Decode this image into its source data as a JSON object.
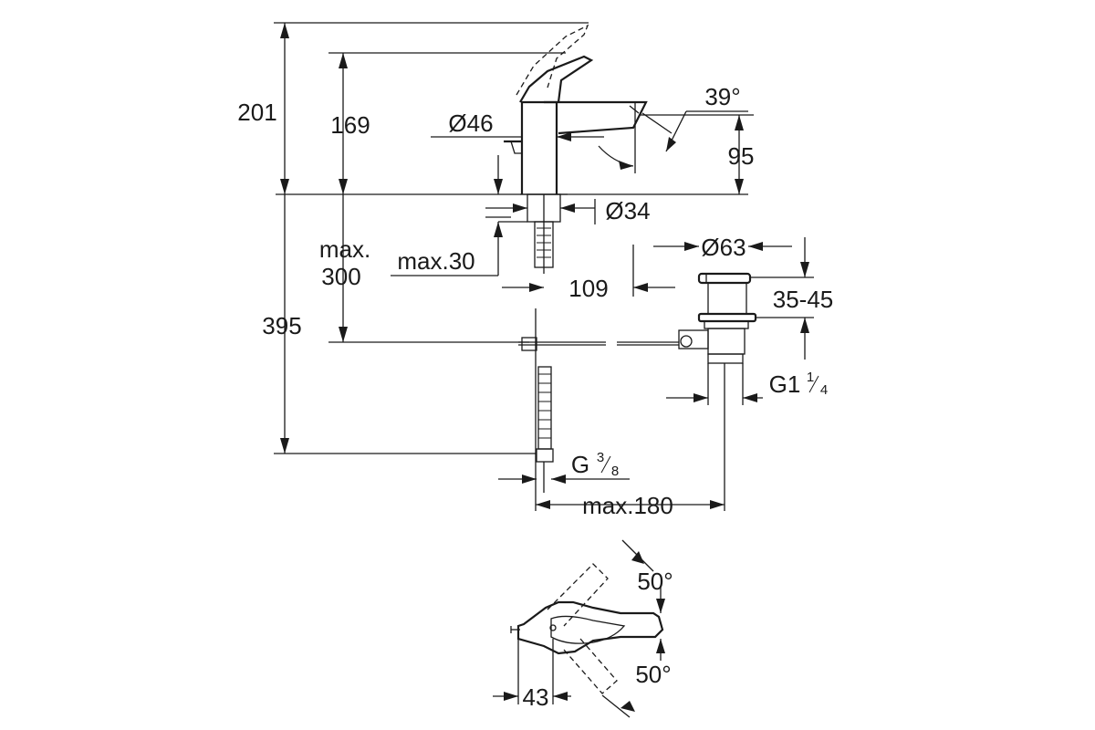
{
  "colors": {
    "line": "#1a1a1a",
    "background": "#ffffff"
  },
  "dims": {
    "h201": "201",
    "h169": "169",
    "d46": "Ø46",
    "angle39": "39°",
    "h95": "95",
    "d34": "Ø34",
    "max_label": "max.",
    "max300": "300",
    "max30": "max.30",
    "d63": "Ø63",
    "w109": "109",
    "r3545": "35-45",
    "h395": "395",
    "g1_base": "G1",
    "g1_num": "1",
    "g1_den": "4",
    "g38_base": "G",
    "g38_num": "3",
    "g38_den": "8",
    "max180": "max.180",
    "angle50_top": "50°",
    "angle50_bottom": "50°",
    "w43": "43"
  }
}
